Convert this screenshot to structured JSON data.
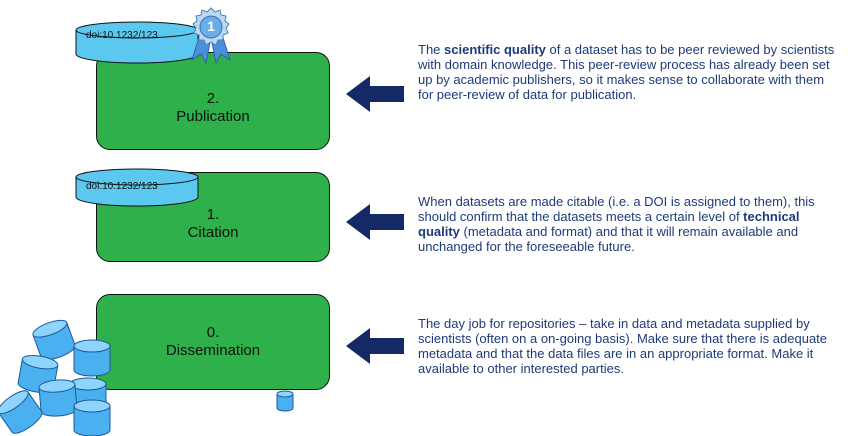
{
  "steps": [
    {
      "number": "2.",
      "title": "Publication",
      "doi": "doi:10.1232/123",
      "text": {
        "pre": "The ",
        "bold": "scientific quality",
        "post": " of a dataset has to be peer reviewed by scientists with domain knowledge. This peer-review process has already been set up by academic publishers, so it makes sense to collaborate with them for peer-review of data for publication."
      }
    },
    {
      "number": "1.",
      "title": "Citation",
      "doi": "doi:10.1232/123",
      "text": {
        "pre": "When datasets are made citable (i.e. a DOI is assigned to them), this should confirm that the datasets meets a certain level of ",
        "bold": "technical quality",
        "post": " (metadata and format) and that it will remain available and unchanged for the foreseeable future."
      }
    },
    {
      "number": "0.",
      "title": "Dissemination",
      "text": {
        "pre": "The day job for repositories – take in data and metadata supplied by scientists (often on a on-going basis). Make sure that there is adequate metadata and that the data files are in an appropriate format. Make it available to other interested parties.",
        "bold": "",
        "post": ""
      }
    }
  ],
  "badge": {
    "label": "1"
  },
  "colors": {
    "box_green": "#2eb04a",
    "disk_blue": "#5bc8f0",
    "arrow_navy": "#142a66",
    "text_navy": "#1f3a78"
  }
}
